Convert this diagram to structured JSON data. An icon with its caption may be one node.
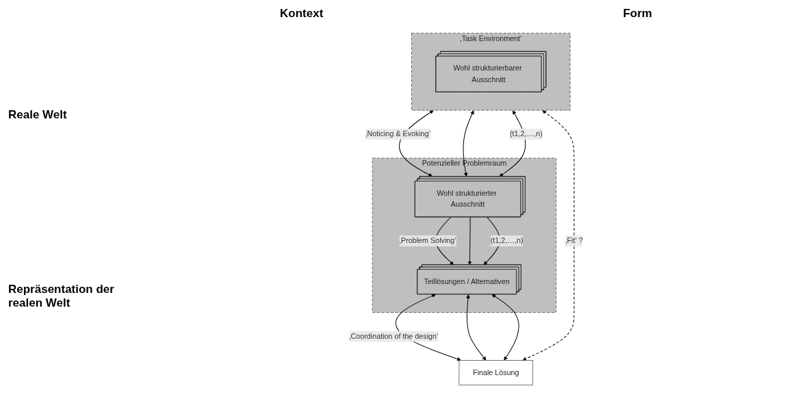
{
  "diagram": {
    "nodes": [
      {
        "text": [
          "‚Task Environment‘"
        ]
      },
      {
        "text": [
          "Wohl strukturierbarer Ausschnitt"
        ],
        "in": 0
      },
      {
        "text": [
          "Finale Lösung"
        ]
      },
      {
        "text": [
          "Potenzieller Problemraum"
        ]
      },
      {
        "text": [
          "Wohl strukturierter Ausschnitt"
        ],
        "in": 3
      },
      {
        "text": [
          "Teillösungen / Alternativen"
        ],
        "in": 3
      }
    ],
    "edges": [
      {
        "from": 0,
        "to": 2,
        "arrow": "both",
        "style": "dashed",
        "label": "‚Fit‘ ?"
      },
      {
        "from": 0,
        "to": 4,
        "arrow": "both",
        "label": "‚Noticing & Evoking’"
      },
      {
        "from": 0,
        "to": 4,
        "arrow": "both"
      },
      {
        "from": 0,
        "to": 4,
        "arrow": "both",
        "label": "(t1,2,…,n)"
      },
      {
        "from": 4,
        "to": 5,
        "arrow": "to",
        "label": "‚Problem Solving’"
      },
      {
        "from": 4,
        "to": 5,
        "arrow": "to"
      },
      {
        "from": 4,
        "to": 5,
        "arrow": "to",
        "label": "(t1,2,…,n)"
      },
      {
        "from": 5,
        "to": 2,
        "arrow": "both",
        "label": "‚Coordination of the design‘"
      },
      {
        "from": 5,
        "to": 2,
        "arrow": "both"
      },
      {
        "from": 5,
        "to": 2,
        "arrow": "both"
      }
    ],
    "labels": [
      "Kontext",
      "Form",
      "Reale Welt",
      "Repräsentation der realen Welt"
    ]
  }
}
